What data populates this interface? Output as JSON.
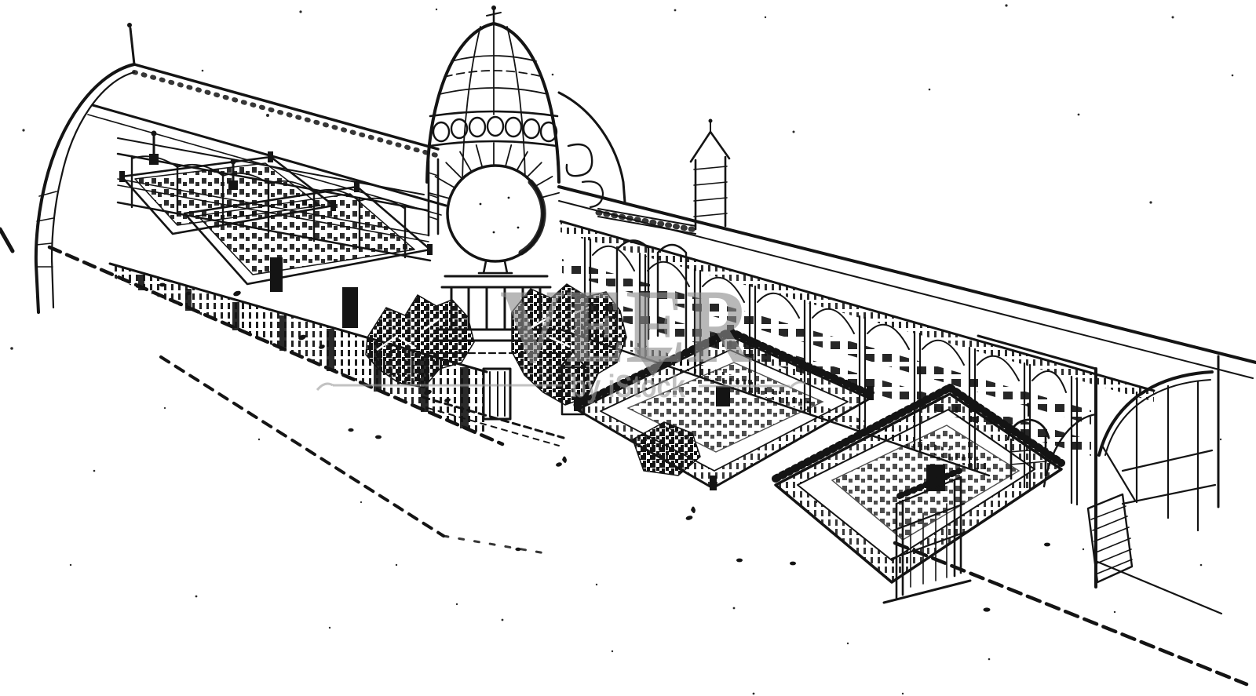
{
  "image": {
    "paper_color": "#ffffff",
    "ink_color": "#141414",
    "subject": "engraving-of-exhibition-palace-with-central-dome-and-globe"
  },
  "watermark": {
    "brand": "VEER",
    "byline": "by iStock",
    "text_color": "#8c8c8c"
  }
}
